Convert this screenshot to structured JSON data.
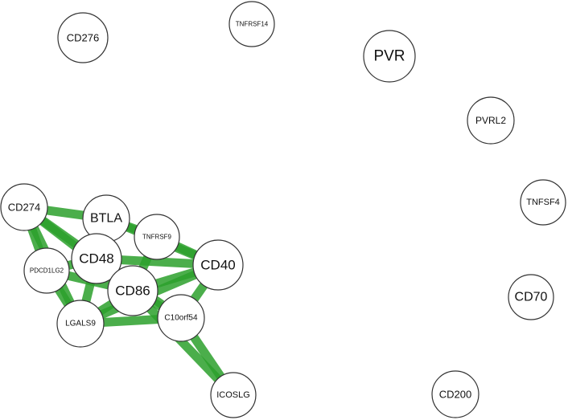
{
  "network": {
    "edge_color": "#2ca02c",
    "node_fill": "#ffffff",
    "node_stroke": "#333333",
    "nodes": [
      {
        "id": "CD276",
        "label": "CD276"
      },
      {
        "id": "TNFRSF14",
        "label": "TNFRSF14"
      },
      {
        "id": "PVR",
        "label": "PVR"
      },
      {
        "id": "PVRL2",
        "label": "PVRL2"
      },
      {
        "id": "TNFSF4",
        "label": "TNFSF4"
      },
      {
        "id": "CD70",
        "label": "CD70"
      },
      {
        "id": "CD200",
        "label": "CD200"
      },
      {
        "id": "CD274",
        "label": "CD274"
      },
      {
        "id": "BTLA",
        "label": "BTLA"
      },
      {
        "id": "TNFRSF9",
        "label": "TNFRSF9"
      },
      {
        "id": "CD48",
        "label": "CD48"
      },
      {
        "id": "CD40",
        "label": "CD40"
      },
      {
        "id": "PDCD1LG2",
        "label": "PDCD1LG2"
      },
      {
        "id": "CD86",
        "label": "CD86"
      },
      {
        "id": "LGALS9",
        "label": "LGALS9"
      },
      {
        "id": "C10orf54",
        "label": "C10orf54"
      },
      {
        "id": "ICOSLG",
        "label": "ICOSLG"
      }
    ],
    "edges": [
      {
        "source": "CD274",
        "target": "BTLA"
      },
      {
        "source": "CD274",
        "target": "CD48"
      },
      {
        "source": "CD274",
        "target": "PDCD1LG2"
      },
      {
        "source": "CD274",
        "target": "CD86"
      },
      {
        "source": "CD274",
        "target": "LGALS9"
      },
      {
        "source": "BTLA",
        "target": "CD48"
      },
      {
        "source": "BTLA",
        "target": "CD40"
      },
      {
        "source": "BTLA",
        "target": "TNFRSF9"
      },
      {
        "source": "TNFRSF9",
        "target": "CD40"
      },
      {
        "source": "TNFRSF9",
        "target": "CD86"
      },
      {
        "source": "CD48",
        "target": "CD40"
      },
      {
        "source": "CD48",
        "target": "PDCD1LG2"
      },
      {
        "source": "CD48",
        "target": "CD86"
      },
      {
        "source": "CD48",
        "target": "LGALS9"
      },
      {
        "source": "CD48",
        "target": "C10orf54"
      },
      {
        "source": "PDCD1LG2",
        "target": "CD86"
      },
      {
        "source": "PDCD1LG2",
        "target": "LGALS9"
      },
      {
        "source": "CD86",
        "target": "CD40"
      },
      {
        "source": "CD86",
        "target": "LGALS9"
      },
      {
        "source": "CD86",
        "target": "C10orf54"
      },
      {
        "source": "CD40",
        "target": "C10orf54"
      },
      {
        "source": "CD40",
        "target": "LGALS9"
      },
      {
        "source": "LGALS9",
        "target": "C10orf54"
      },
      {
        "source": "C10orf54",
        "target": "ICOSLG"
      },
      {
        "source": "CD86",
        "target": "ICOSLG"
      }
    ]
  }
}
